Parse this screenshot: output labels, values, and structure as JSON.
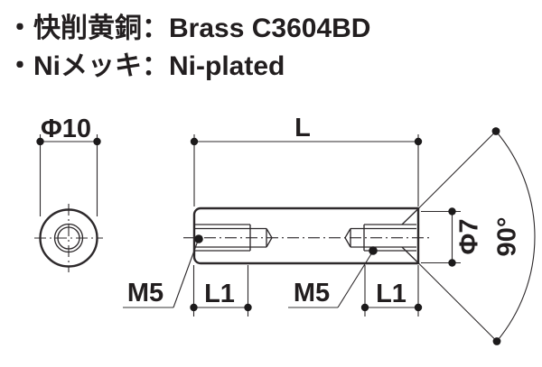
{
  "notes": {
    "line1": "・快削黄銅：Brass C3604BD",
    "line2": "・Niメッキ：Ni-plated"
  },
  "front_view": {
    "diameter_label": "Φ10"
  },
  "side_view": {
    "length_label": "L",
    "left_thread_label": "M5",
    "left_thread_depth_label": "L1",
    "right_thread_label": "M5",
    "right_thread_depth_label": "L1",
    "face_diameter_label": "Φ7",
    "chamfer_angle_label": "90°"
  },
  "colors": {
    "part_fill": "#ccdce8",
    "line": "#2d292b",
    "text": "#221e1f"
  }
}
